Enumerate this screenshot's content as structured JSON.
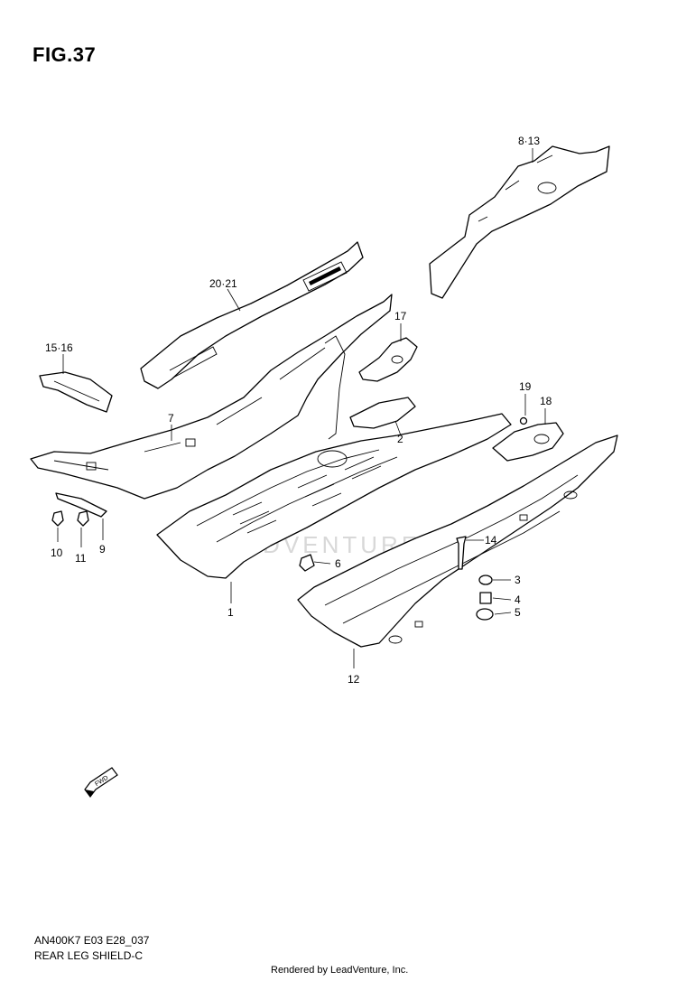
{
  "figure": {
    "title": "FIG.37"
  },
  "callouts": [
    {
      "id": "c-8-13",
      "label": "8·13"
    },
    {
      "id": "c-20-21",
      "label": "20·21"
    },
    {
      "id": "c-17",
      "label": "17"
    },
    {
      "id": "c-15-16",
      "label": "15·16"
    },
    {
      "id": "c-7",
      "label": "7"
    },
    {
      "id": "c-19",
      "label": "19"
    },
    {
      "id": "c-18",
      "label": "18"
    },
    {
      "id": "c-2",
      "label": "2"
    },
    {
      "id": "c-14",
      "label": "14"
    },
    {
      "id": "c-6",
      "label": "6"
    },
    {
      "id": "c-3",
      "label": "3"
    },
    {
      "id": "c-4",
      "label": "4"
    },
    {
      "id": "c-5",
      "label": "5"
    },
    {
      "id": "c-1",
      "label": "1"
    },
    {
      "id": "c-12",
      "label": "12"
    },
    {
      "id": "c-10",
      "label": "10"
    },
    {
      "id": "c-11",
      "label": "11"
    },
    {
      "id": "c-9",
      "label": "9"
    }
  ],
  "fwd_marker": {
    "label": "FWD"
  },
  "watermark": "LEADVENTURE",
  "footer": {
    "code": "AN400K7 E03 E28_037",
    "subtitle": "REAR LEG SHIELD-C",
    "credit": "Rendered by LeadVenture, Inc."
  }
}
